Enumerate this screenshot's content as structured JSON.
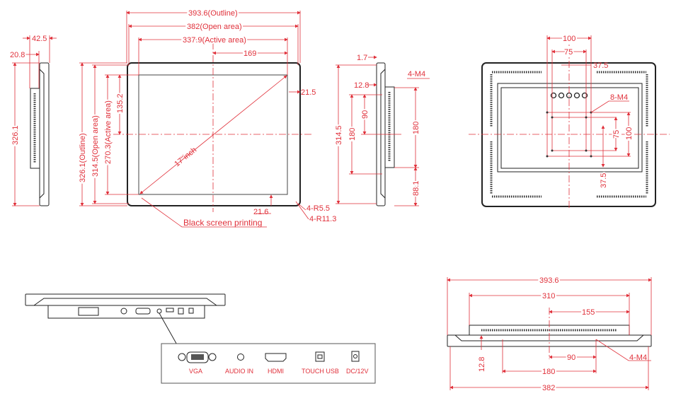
{
  "colors": {
    "dimension": "#e0303a",
    "bezel_fill": "#fdf5c4",
    "ink": "#222222"
  },
  "front_view": {
    "outline_width": "393.6(Outline)",
    "open_width": "382(Open area)",
    "active_width": "337.9(Active area)",
    "half_active": "169",
    "side_border": "21.5",
    "outline_height": "326.1(Outline)",
    "open_height": "314.5(Open area)",
    "active_height": "270.3(Active area)",
    "half_active_height": "135.2",
    "diagonal": "17\"inch",
    "bottom_border": "21.6",
    "radius_outer": "4-R5.5",
    "radius_inner": "4-R11.3",
    "printing_note": "Black screen printing"
  },
  "left_side_view": {
    "depth": "42.5",
    "bezel_depth": "20.8",
    "height": "326.1"
  },
  "right_side_view": {
    "offset": "1.7",
    "height": "314.5",
    "top_offset": "12.8",
    "hole_spacing": "180",
    "half_spacing": "90",
    "box_height": "180",
    "bottom_offset": "88.1",
    "holes": "4-M4"
  },
  "back_view": {
    "vesa_100": "100",
    "vesa_75": "75",
    "top_offset": "37.5",
    "holes": "8-M4",
    "v_75": "75",
    "v_100": "100",
    "bottom_offset": "37.5"
  },
  "bottom_view": {
    "width_outline": "393.6",
    "box_width": "310",
    "half_box": "155",
    "half_holes": "90",
    "hole_spacing": "180",
    "width_open": "382",
    "depth": "12.8",
    "holes": "4-M4"
  },
  "connectors": [
    "VGA",
    "AUDIO IN",
    "HDMI",
    "TOUCH USB",
    "DC/12V"
  ]
}
